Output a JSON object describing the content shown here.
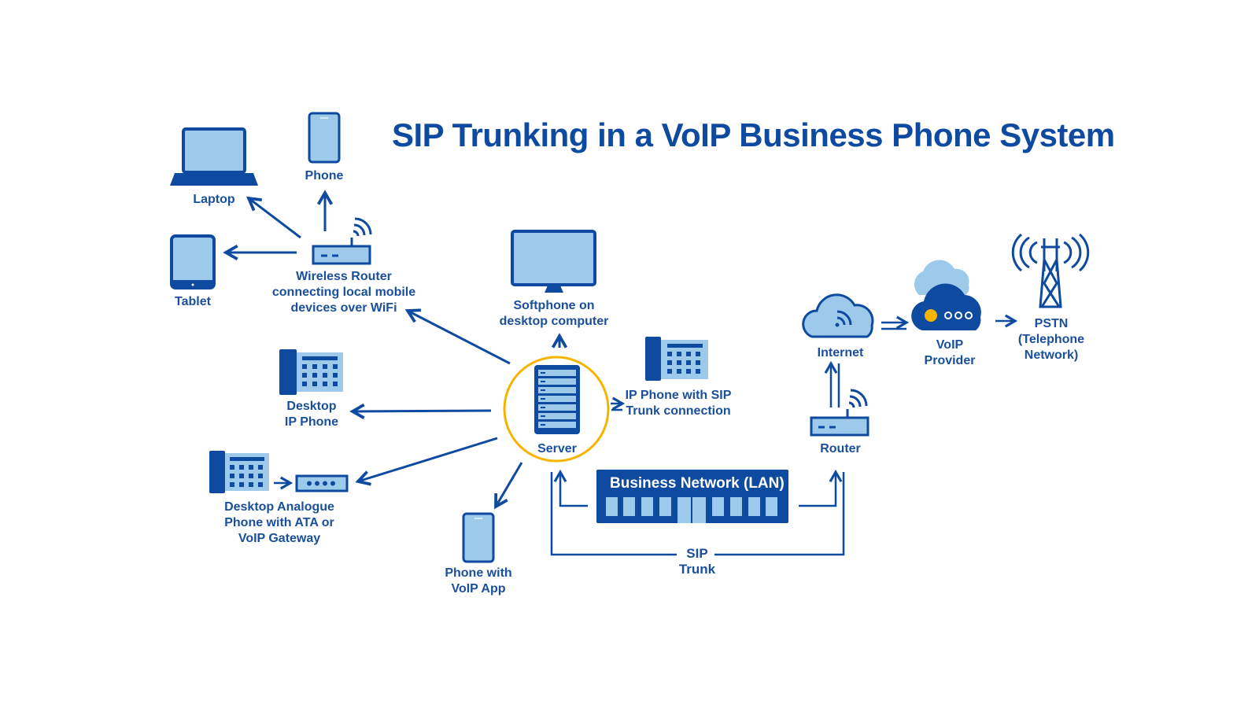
{
  "title": "SIP Trunking in a VoIP Business Phone System",
  "colors": {
    "primary": "#0d4aa0",
    "light": "#9dc9ea",
    "accent": "#f4b400",
    "text": "#1a4f9c"
  },
  "nodes": {
    "laptop": {
      "label": "Laptop",
      "icon": "laptop-icon"
    },
    "phone": {
      "label": "Phone",
      "icon": "smartphone-icon"
    },
    "tablet": {
      "label": "Tablet",
      "icon": "tablet-icon"
    },
    "wireless_router": {
      "label_lines": [
        "Wireless Router",
        "connecting local mobile",
        "devices over WiFi"
      ],
      "icon": "wireless-router-icon"
    },
    "softphone": {
      "label_lines": [
        "Softphone on",
        "desktop computer"
      ],
      "icon": "monitor-icon"
    },
    "server": {
      "label": "Server",
      "icon": "server-icon"
    },
    "ip_phone_sip": {
      "label_lines": [
        "IP Phone with SIP",
        "Trunk connection"
      ],
      "icon": "desk-phone-icon"
    },
    "desktop_ip_phone": {
      "label_lines": [
        "Desktop",
        "IP Phone"
      ],
      "icon": "desk-phone-icon"
    },
    "analogue_phone": {
      "label_lines": [
        "Desktop Analogue",
        "Phone with ATA or",
        "VoIP Gateway"
      ],
      "icon": "desk-phone-icon",
      "adapter_icon": "ata-gateway-icon"
    },
    "voip_app_phone": {
      "label_lines": [
        "Phone with",
        "VoIP App"
      ],
      "icon": "smartphone-icon"
    },
    "lan": {
      "label": "Business Network (LAN)",
      "icon": "network-switch-icon"
    },
    "sip_trunk": {
      "label_lines": [
        "SIP",
        "Trunk"
      ]
    },
    "router": {
      "label": "Router",
      "icon": "router-icon"
    },
    "internet": {
      "label": "Internet",
      "icon": "cloud-wifi-icon"
    },
    "voip_provider": {
      "label_lines": [
        "VoIP",
        "Provider"
      ],
      "icon": "cloud-provider-icon"
    },
    "pstn": {
      "label_lines": [
        "PSTN",
        "(Telephone",
        "Network)"
      ],
      "icon": "cell-tower-icon"
    }
  }
}
